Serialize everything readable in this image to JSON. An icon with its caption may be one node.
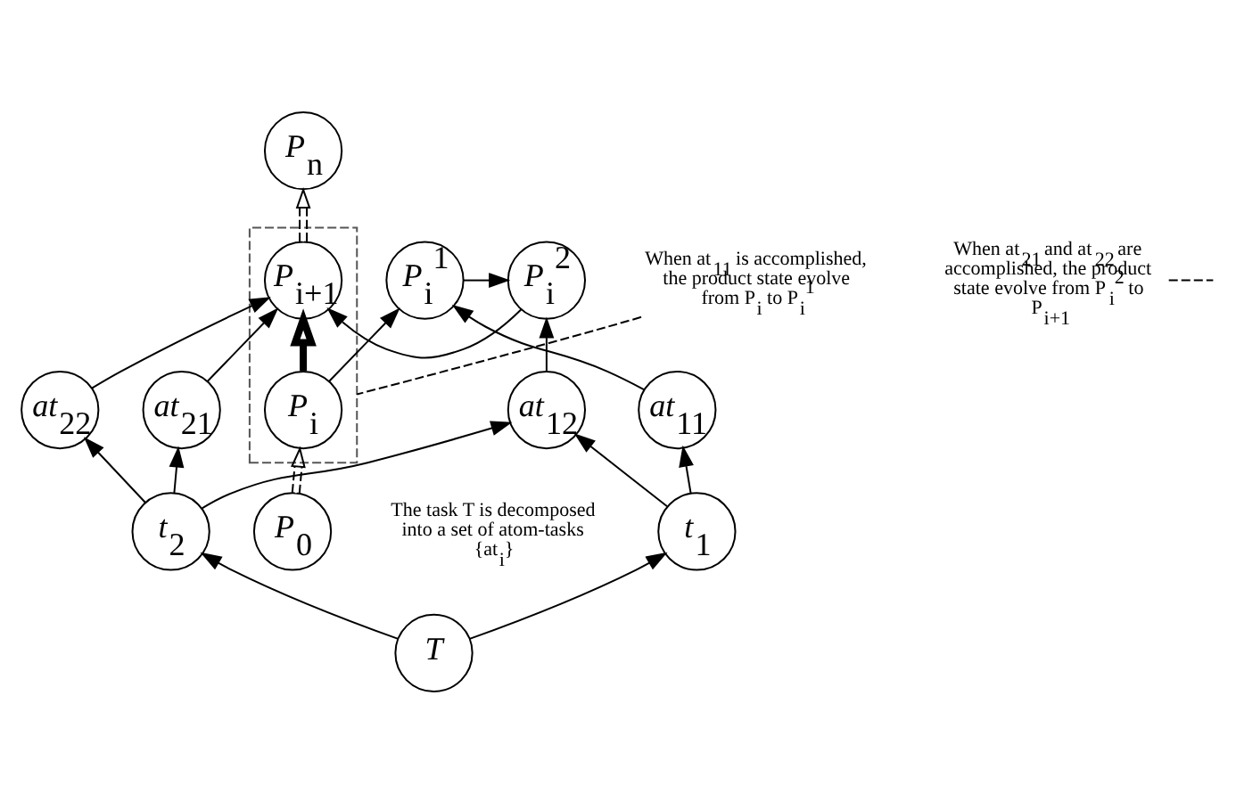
{
  "diagram": {
    "nodes": [
      {
        "text": [
          "P$_{0}$"
        ]
      },
      {
        "text": [],
        "shape": "box"
      },
      {
        "text": [
          "P$_{i}$"
        ],
        "in": 1
      },
      {
        "text": [
          "P$_{i+1}$"
        ],
        "in": 1
      },
      {
        "text": [
          "P$_{n}$"
        ]
      },
      {
        "text": [
          "When at$_{11}$ is accomplished, the product state evolve from P$_{i}$ to P$_{i}$$^{1}$"
        ]
      },
      {
        "text": [
          "P$_{i}$$^{1}$"
        ]
      },
      {
        "text": [
          "P$_{i}$$^{2}$"
        ]
      },
      {
        "text": [
          "When at$_{21}$ and at$_{22}$ are accomplished, the product state evolve from P$_{i}$$^{2}$ to P$_{i+1}$"
        ]
      },
      {
        "text": [
          "at$_{11}$"
        ]
      },
      {
        "text": [
          "at$_{12}$"
        ]
      },
      {
        "text": [
          "at$_{21}$"
        ]
      },
      {
        "text": [
          "at$_{22}$"
        ]
      },
      {
        "text": [
          "t$_{1}$"
        ]
      },
      {
        "text": [
          "t$_{2}$"
        ]
      },
      {
        "text": [
          "T"
        ]
      }
    ],
    "edges": [
      {
        "from": 0,
        "to": 2,
        "arrow": "to",
        "style": "dashed"
      },
      {
        "from": 2,
        "to": 3,
        "arrow": "to",
        "style": "thick"
      },
      {
        "from": 3,
        "to": 4,
        "arrow": "to",
        "style": "dashed"
      },
      {
        "from": 5,
        "to": 1,
        "arrow": "none",
        "style": "dashed"
      },
      {
        "from": 2,
        "to": 6,
        "arrow": "to"
      },
      {
        "from": 9,
        "to": 6,
        "arrow": "to"
      },
      {
        "from": 6,
        "to": 7,
        "arrow": "to"
      },
      {
        "from": 10,
        "to": 7,
        "arrow": "to"
      },
      {
        "from": 7,
        "to": 3,
        "arrow": "to"
      },
      {
        "from": 11,
        "to": 3,
        "arrow": "to"
      },
      {
        "from": 12,
        "to": 3,
        "arrow": "to"
      },
      {
        "from": 8,
        "to": null,
        "arrow": "none",
        "style": "dashed"
      },
      {
        "from": 13,
        "to": 9,
        "arrow": "to"
      },
      {
        "from": 13,
        "to": 10,
        "arrow": "to"
      },
      {
        "from": 14,
        "to": 10,
        "arrow": "to"
      },
      {
        "from": 14,
        "to": 11,
        "arrow": "to"
      },
      {
        "from": 14,
        "to": 12,
        "arrow": "to"
      },
      {
        "from": 15,
        "to": 13,
        "arrow": "to"
      },
      {
        "from": 15,
        "to": 14,
        "arrow": "to"
      }
    ],
    "labels": [
      "The task T is decomposed into a set of atom-tasks {at$_{i}$}"
    ]
  }
}
